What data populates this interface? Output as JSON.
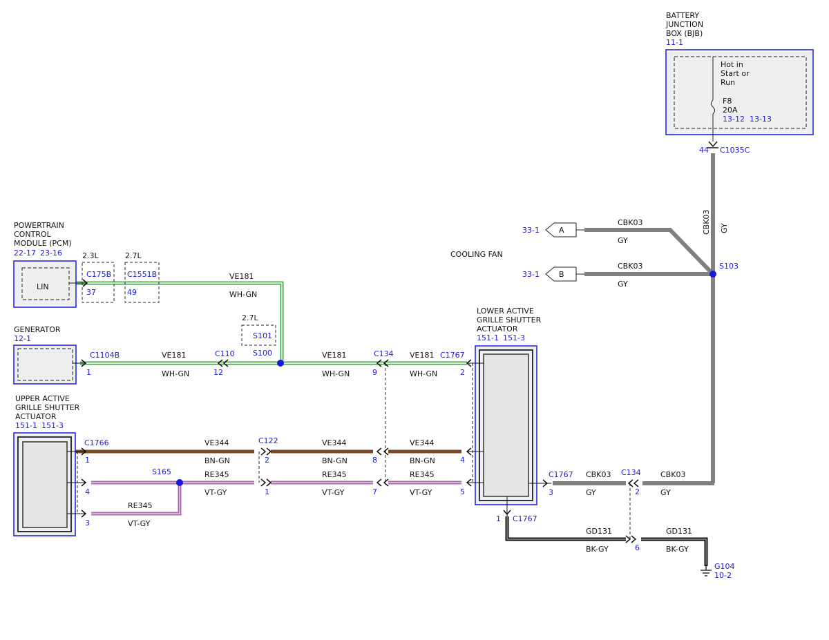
{
  "colors": {
    "ref_blue": "#1a1adb",
    "module_fill": "#efefef",
    "wire_wh_gn": "#4fa84f",
    "wire_bn_gn": "#7a4a2a",
    "wire_vt_gy": "#b060b0",
    "wire_gy": "#808080",
    "wire_bk_gy": "#111111",
    "splice_dot": "#1a1adb"
  },
  "modules": {
    "bjb": {
      "line1": "BATTERY",
      "line2": "JUNCTION",
      "line3": "BOX (BJB)",
      "ref": "11-1",
      "hot1": "Hot in",
      "hot2": "Start or",
      "hot3": "Run",
      "fuse_name": "F8",
      "fuse_rating": "20A",
      "ref_a": "13-12",
      "ref_b": "13-13"
    },
    "pcm": {
      "line1": "POWERTRAIN",
      "line2": "CONTROL",
      "line3": "MODULE (PCM)",
      "ref_a": "22-17",
      "ref_b": "23-16",
      "inner": "LIN"
    },
    "generator": {
      "name": "GENERATOR",
      "ref": "12-1"
    },
    "upper": {
      "line1": "UPPER ACTIVE",
      "line2": "GRILLE SHUTTER",
      "line3": "ACTUATOR",
      "ref_a": "151-1",
      "ref_b": "151-3"
    },
    "lower": {
      "line1": "LOWER ACTIVE",
      "line2": "GRILLE SHUTTER",
      "line3": "ACTUATOR",
      "ref_a": "151-1",
      "ref_b": "151-3"
    },
    "cooling_fan": "COOLING FAN"
  },
  "engine_options": {
    "e23": "2.3L",
    "e27a": "2.7L",
    "e27b": "2.7L"
  },
  "connectors": {
    "c175b": "C175B",
    "c175b_pin": "37",
    "c1551b": "C1551B",
    "c1551b_pin": "49",
    "c1104b": "C1104B",
    "c1104b_pin": "1",
    "c110": "C110",
    "c110_pin": "12",
    "c134_top": "C134",
    "c134_top_pin": "9",
    "c1767_top": "C1767",
    "c1767_top_pin": "2",
    "c1766": "C1766",
    "upper_pin_1": "1",
    "upper_pin_4": "4",
    "upper_pin_3": "3",
    "c122": "C122",
    "c122_pin_2": "2",
    "c122_pin_1": "1",
    "c134_pin_8": "8",
    "c134_pin_7": "7",
    "lower_pin_4": "4",
    "lower_pin_5": "5",
    "c1767_right": "C1767",
    "c1767_right_pin": "3",
    "c134_right": "C134",
    "c134_right_pin": "2",
    "c1767_bottom": "C1767",
    "c1767_bottom_pin": "1",
    "c134_gnd_pin": "6",
    "c1035c": "C1035C",
    "c1035c_pin": "44"
  },
  "splices": {
    "s100": "S100",
    "s101": "S101",
    "s165": "S165",
    "s103": "S103"
  },
  "ground": {
    "name": "G104",
    "ref": "10-2"
  },
  "offpage": {
    "a_ref": "33-1",
    "a_letter": "A",
    "b_ref": "33-1",
    "b_letter": "B"
  },
  "wires": {
    "ve181_pcm": {
      "circuit": "VE181",
      "color": "WH-GN"
    },
    "ve181_gen": {
      "circuit": "VE181",
      "color": "WH-GN"
    },
    "ve181_mid": {
      "circuit": "VE181",
      "color": "WH-GN"
    },
    "ve181_right": {
      "circuit": "VE181",
      "color": "WH-GN"
    },
    "ve344_left": {
      "circuit": "VE344",
      "color": "BN-GN"
    },
    "ve344_mid": {
      "circuit": "VE344",
      "color": "BN-GN"
    },
    "ve344_right": {
      "circuit": "VE344",
      "color": "BN-GN"
    },
    "re345_left": {
      "circuit": "RE345",
      "color": "VT-GY"
    },
    "re345_mid": {
      "circuit": "RE345",
      "color": "VT-GY"
    },
    "re345_right": {
      "circuit": "RE345",
      "color": "VT-GY"
    },
    "re345_pin3": {
      "circuit": "RE345",
      "color": "VT-GY"
    },
    "cbk03_a": {
      "circuit": "CBK03",
      "color": "GY"
    },
    "cbk03_b": {
      "circuit": "CBK03",
      "color": "GY"
    },
    "cbk03_vert": {
      "circuit": "CBK03",
      "color": "GY"
    },
    "cbk03_bot_left": {
      "circuit": "CBK03",
      "color": "GY"
    },
    "cbk03_bot_right": {
      "circuit": "CBK03",
      "color": "GY"
    },
    "gd131_left": {
      "circuit": "GD131",
      "color": "BK-GY"
    },
    "gd131_right": {
      "circuit": "GD131",
      "color": "BK-GY"
    }
  }
}
